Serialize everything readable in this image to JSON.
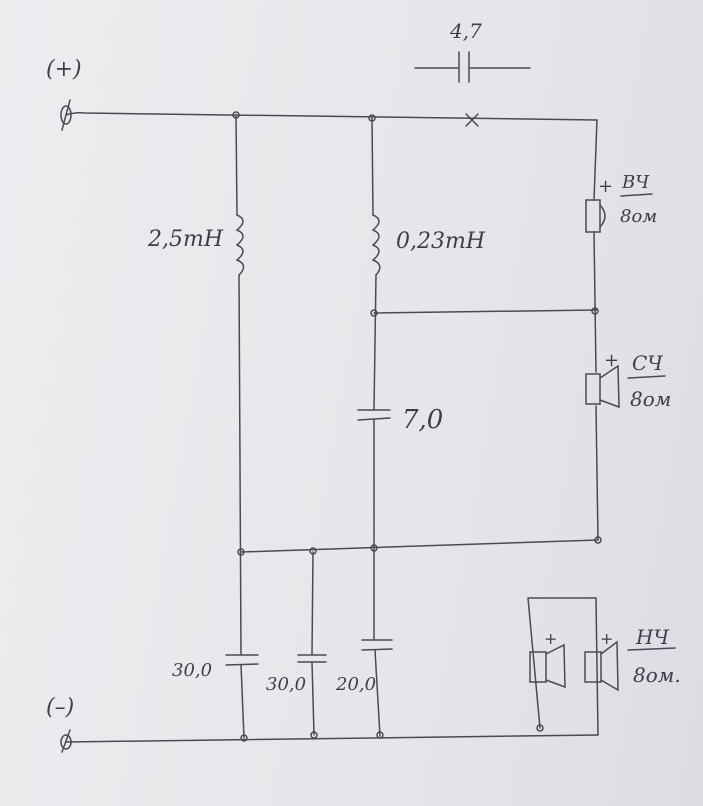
{
  "terminals": {
    "plus": "(+)",
    "minus": "(–)"
  },
  "top_capacitor": "4,7",
  "woofer_inductor": "2,5mH",
  "mid_inductor": "0,23mH",
  "mid_capacitor": "7,0",
  "bottom_capacitors": [
    "30,0",
    "30,0",
    "20,0"
  ],
  "tweeter": {
    "polarity": "+",
    "name": "ВЧ",
    "impedance": "8ом"
  },
  "midrange": {
    "polarity": "+",
    "name": "СЧ",
    "impedance": "8ом"
  },
  "woofer": {
    "polarity": [
      "+",
      "+"
    ],
    "name": "НЧ",
    "impedance": "8ом."
  }
}
